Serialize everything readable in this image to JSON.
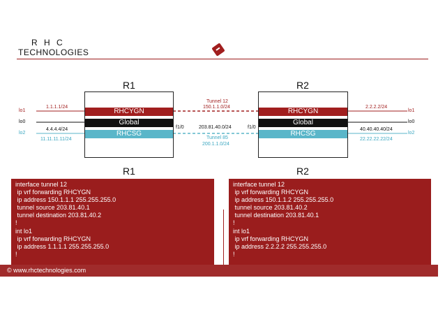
{
  "header": {
    "brand_line1": "R H C",
    "brand_line2": "TECHNOLOGIES"
  },
  "topology": {
    "r1": {
      "name": "R1",
      "vrf_red": "RHCYGN",
      "vrf_global": "Global",
      "vrf_blue": "RHCSG",
      "if_red": "lo1",
      "if_global": "lo0",
      "if_blue": "lo2",
      "ip_red": "1.1.1.1/24",
      "ip_global": "4.4.4.4/24",
      "ip_blue": "11.11.11.11/24",
      "wan_if": "f1/0"
    },
    "r2": {
      "name": "R2",
      "vrf_red": "RHCYGN",
      "vrf_global": "Global",
      "vrf_blue": "RHCSG",
      "if_red": "lo1",
      "if_global": "lo0",
      "if_blue": "lo2",
      "ip_red": "2.2.2.2/24",
      "ip_global": "40.40.40.40/24",
      "ip_blue": "22.22.22.22/24",
      "wan_if": "f1/0"
    },
    "tunnel12_name": "Tunnel 12",
    "tunnel12_net": "150.1.1.0/24",
    "wan_net": "203.81.40.0/24",
    "tunnel85_name": "Tunnel 85",
    "tunnel85_net": "200.1.1.0/24",
    "colors": {
      "red": "#a11e1e",
      "blue": "#5ab6c9",
      "black": "#111111"
    }
  },
  "configs": {
    "r1": {
      "title": "R1",
      "lines": [
        "interface tunnel 12",
        " ip vrf forwarding RHCYGN",
        " ip address 150.1.1.1 255.255.255.0",
        " tunnel source 203.81.40.1",
        " tunnel destination 203.81.40.2",
        "!",
        "int lo1",
        " ip vrf forwarding RHCYGN",
        " ip address 1.1.1.1 255.255.255.0",
        "!"
      ]
    },
    "r2": {
      "title": "R2",
      "lines": [
        "interface tunnel 12",
        " ip vrf forwarding RHCYGN",
        " ip address 150.1.1.2 255.255.255.0",
        " tunnel source 203.81.40.2",
        " tunnel destination 203.81.40.1",
        "!",
        "int lo1",
        " ip vrf forwarding RHCYGN",
        " ip address 2.2.2.2 255.255.255.0",
        "!"
      ]
    }
  },
  "footer": {
    "text": "© www.rhctechnologies.com"
  },
  "logo_icon": "book-logo-icon"
}
